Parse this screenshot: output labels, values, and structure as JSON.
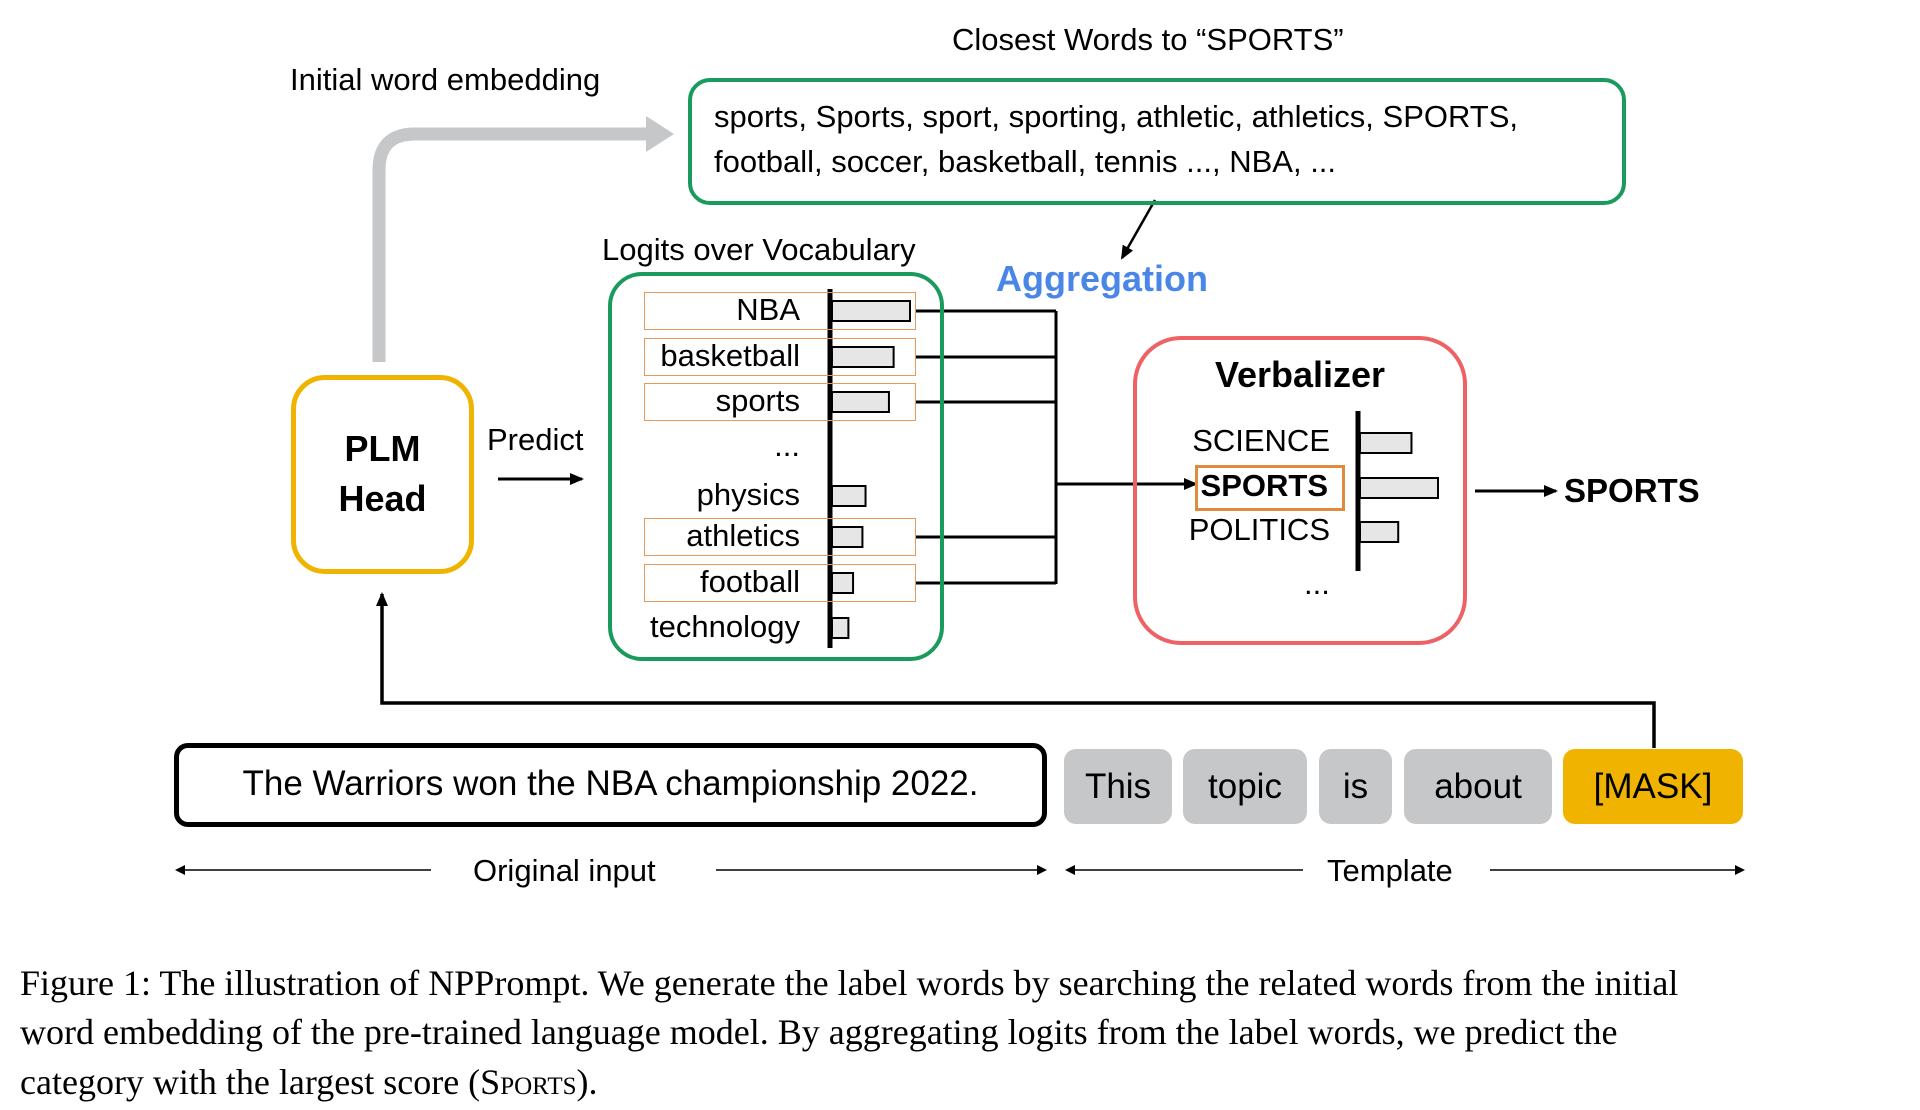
{
  "figure": {
    "labels": {
      "initial_word_embedding": "Initial word embedding",
      "closest_words_title": "Closest Words to “SPORTS”",
      "logits_over_vocabulary": "Logits over Vocabulary",
      "aggregation": "Aggregation",
      "predict": "Predict",
      "original_input": "Original input",
      "template": "Template"
    },
    "closest_words": {
      "line1": "sports, Sports, sport, sporting, athletic, athletics, SPORTS,",
      "line2": "football, soccer, basketball, tennis ..., NBA, ..."
    },
    "plm_head": {
      "line1": "PLM",
      "line2": "Head"
    },
    "vocab_logits": [
      {
        "word": "NBA",
        "score": 1.0,
        "label_word": true
      },
      {
        "word": "basketball",
        "score": 0.79,
        "label_word": true
      },
      {
        "word": "sports",
        "score": 0.73,
        "label_word": true
      },
      {
        "word": "...",
        "score": null,
        "label_word": false
      },
      {
        "word": "physics",
        "score": 0.43,
        "label_word": false
      },
      {
        "word": "athletics",
        "score": 0.39,
        "label_word": true
      },
      {
        "word": "football",
        "score": 0.27,
        "label_word": true
      },
      {
        "word": "technology",
        "score": 0.21,
        "label_word": false
      }
    ],
    "verbalizer": {
      "title": "Verbalizer",
      "classes": [
        {
          "label": "SCIENCE",
          "score": 0.66,
          "selected": false
        },
        {
          "label": "SPORTS",
          "score": 1.0,
          "selected": true
        },
        {
          "label": "POLITICS",
          "score": 0.49,
          "selected": false
        }
      ],
      "more": "...",
      "output": "SPORTS"
    },
    "input_sentence": "The Warriors won the NBA championship 2022.",
    "template_tokens": [
      {
        "text": "This",
        "type": "word"
      },
      {
        "text": "topic",
        "type": "word"
      },
      {
        "text": "is",
        "type": "word"
      },
      {
        "text": "about",
        "type": "word"
      },
      {
        "text": "[MASK]",
        "type": "mask"
      }
    ],
    "colors": {
      "green": "#1a9a5c",
      "orange_outline": "#e69a5c",
      "plm_yellow": "#f0b400",
      "verbalizer_red": "#ee6266",
      "aggregation_blue": "#4a86e8",
      "token_grey": "#c5c7c9",
      "mask_yellow": "#f0b400",
      "bar_fill": "#e6e6e6",
      "arrow_grey": "#c5c7c9"
    }
  },
  "caption": {
    "line1": "Figure 1: The illustration of NPPrompt. We generate the label words by searching the related words from the initial",
    "line2": "word embedding of the pre-trained language model. By aggregating logits from the label words, we predict the",
    "line3_prefix": "category with the largest score (",
    "line3_smallcaps": "Sports",
    "line3_suffix": ")."
  }
}
